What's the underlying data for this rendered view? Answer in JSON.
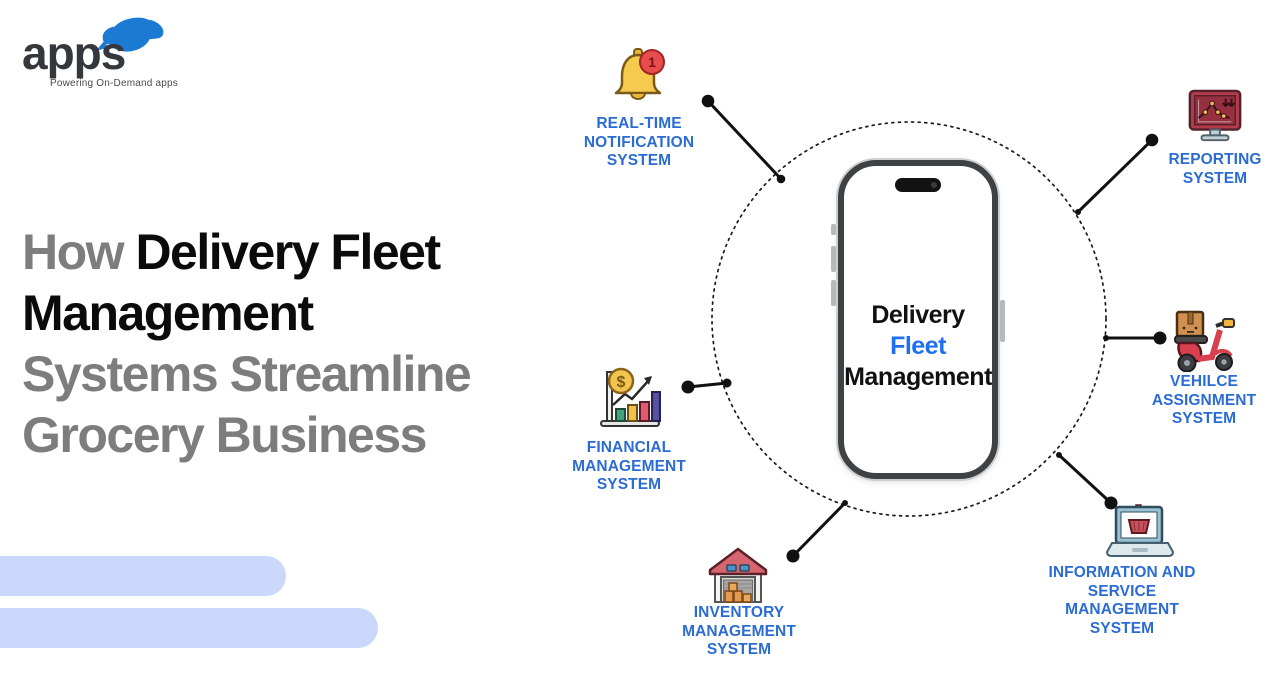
{
  "header": {
    "brand": "apps",
    "tagline": "Powering On-Demand apps"
  },
  "title": {
    "line1_gray": "How",
    "line1_black": "Delivery Fleet",
    "line2_black": "Management",
    "line3_gray": "Systems Streamline",
    "line4_gray": "Grocery Business"
  },
  "center": {
    "phone_line1_black": "Delivery",
    "phone_line1_blue": "Fleet",
    "phone_line2_black": "Management"
  },
  "systems": [
    {
      "id": "notification",
      "label": "REAL-TIME\nNOTIFICATION\nSYSTEM",
      "icon": "notification-bell-icon",
      "badge_count": "1"
    },
    {
      "id": "reporting",
      "label": "REPORTING\nSYSTEM",
      "icon": "reporting-monitor-icon"
    },
    {
      "id": "financial",
      "label": "FINANCIAL\nMANAGEMENT\nSYSTEM",
      "icon": "financial-chart-icon",
      "coin_symbol": "$"
    },
    {
      "id": "vehicle",
      "label": "VEHILCE\nASSIGNMENT\nSYSTEM",
      "icon": "delivery-scooter-icon"
    },
    {
      "id": "inventory",
      "label": "INVENTORY\nMANAGEMENT\nSYSTEM",
      "icon": "warehouse-icon"
    },
    {
      "id": "information",
      "label": "INFORMATION AND\nSERVICE\nMANAGEMENT\nSYSTEM",
      "icon": "laptop-basket-icon"
    }
  ],
  "colors": {
    "label_blue": "#2b6cd4",
    "fleet_blue": "#1e6ff2",
    "title_black": "#0b0b0b",
    "title_gray": "#7d7d7d",
    "decor_bar_blue": "#c9d8fb",
    "rhino_blue": "#1b7ad1",
    "connector_black": "#111111"
  }
}
